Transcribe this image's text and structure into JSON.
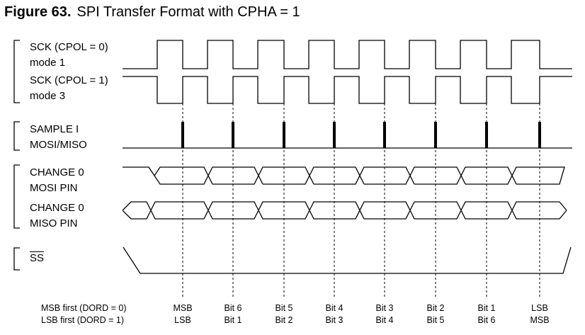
{
  "figure": {
    "number": "Figure 63.",
    "title": "SPI Transfer Format with CPHA = 1"
  },
  "signals": {
    "sck_cpol0": {
      "line1": "SCK (CPOL = 0)",
      "line2": "mode 1"
    },
    "sck_cpol1": {
      "line1": "SCK (CPOL = 1)",
      "line2": "mode 3"
    },
    "sample": {
      "line1": "SAMPLE I",
      "line2": "MOSI/MISO"
    },
    "change_mosi": {
      "line1": "CHANGE 0",
      "line2": "MOSI PIN"
    },
    "change_miso": {
      "line1": "CHANGE 0",
      "line2": "MISO PIN"
    },
    "ss": {
      "label": "SS"
    }
  },
  "bit_order": {
    "msb_first_label": "MSB first (DORD = 0)",
    "lsb_first_label": "LSB first (DORD = 1)",
    "msb_first": [
      "MSB",
      "Bit 6",
      "Bit 5",
      "Bit 4",
      "Bit 3",
      "Bit 2",
      "Bit 1",
      "LSB"
    ],
    "lsb_first": [
      "LSB",
      "Bit 1",
      "Bit 2",
      "Bit 3",
      "Bit 4",
      "Bit 5",
      "Bit 6",
      "MSB"
    ]
  },
  "colors": {
    "line": "#000000",
    "background": "#ffffff"
  }
}
